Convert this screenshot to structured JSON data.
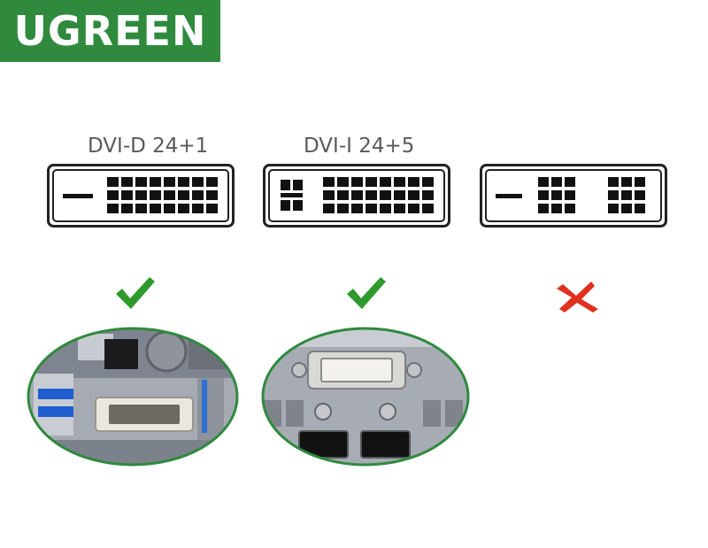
{
  "brand": {
    "name": "UGREEN",
    "color": "#2f8a3e"
  },
  "connectors": [
    {
      "label": "DVI-D 24+1",
      "status": "compatible",
      "mark_icon": "check-icon"
    },
    {
      "label": "DVI-I 24+5",
      "status": "compatible",
      "mark_icon": "check-icon"
    },
    {
      "label": "",
      "status": "incompatible",
      "mark_icon": "cross-icon"
    }
  ],
  "colors": {
    "check": "#2e9a2e",
    "cross": "#e0301e",
    "pin": "#111111"
  }
}
